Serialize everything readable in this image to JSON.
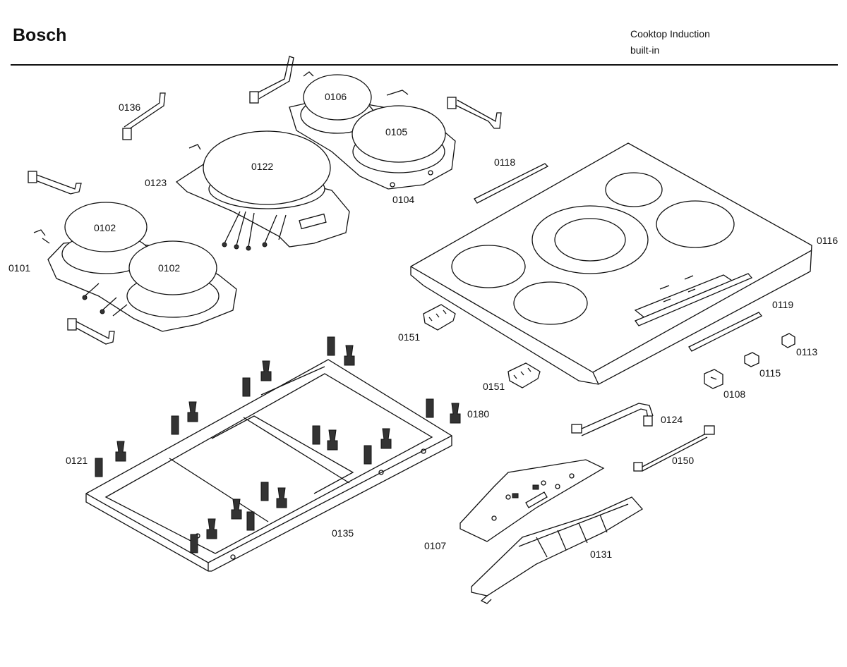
{
  "header": {
    "brand": "Bosch",
    "title_line1": "Cooktop Induction",
    "title_line2": "built-in"
  },
  "parts": {
    "p0136": "0136",
    "p0106": "0106",
    "p0105": "0105",
    "p0122": "0122",
    "p0123": "0123",
    "p0104": "0104",
    "p0118": "0118",
    "p0116": "0116",
    "p0102a": "0102",
    "p0102b": "0102",
    "p0101": "0101",
    "p0119": "0119",
    "p0151a": "0151",
    "p0151b": "0151",
    "p0113": "0113",
    "p0115": "0115",
    "p0108": "0108",
    "p0180": "0180",
    "p0124": "0124",
    "p0121": "0121",
    "p0150": "0150",
    "p0135": "0135",
    "p0107": "0107",
    "p0131": "0131"
  }
}
